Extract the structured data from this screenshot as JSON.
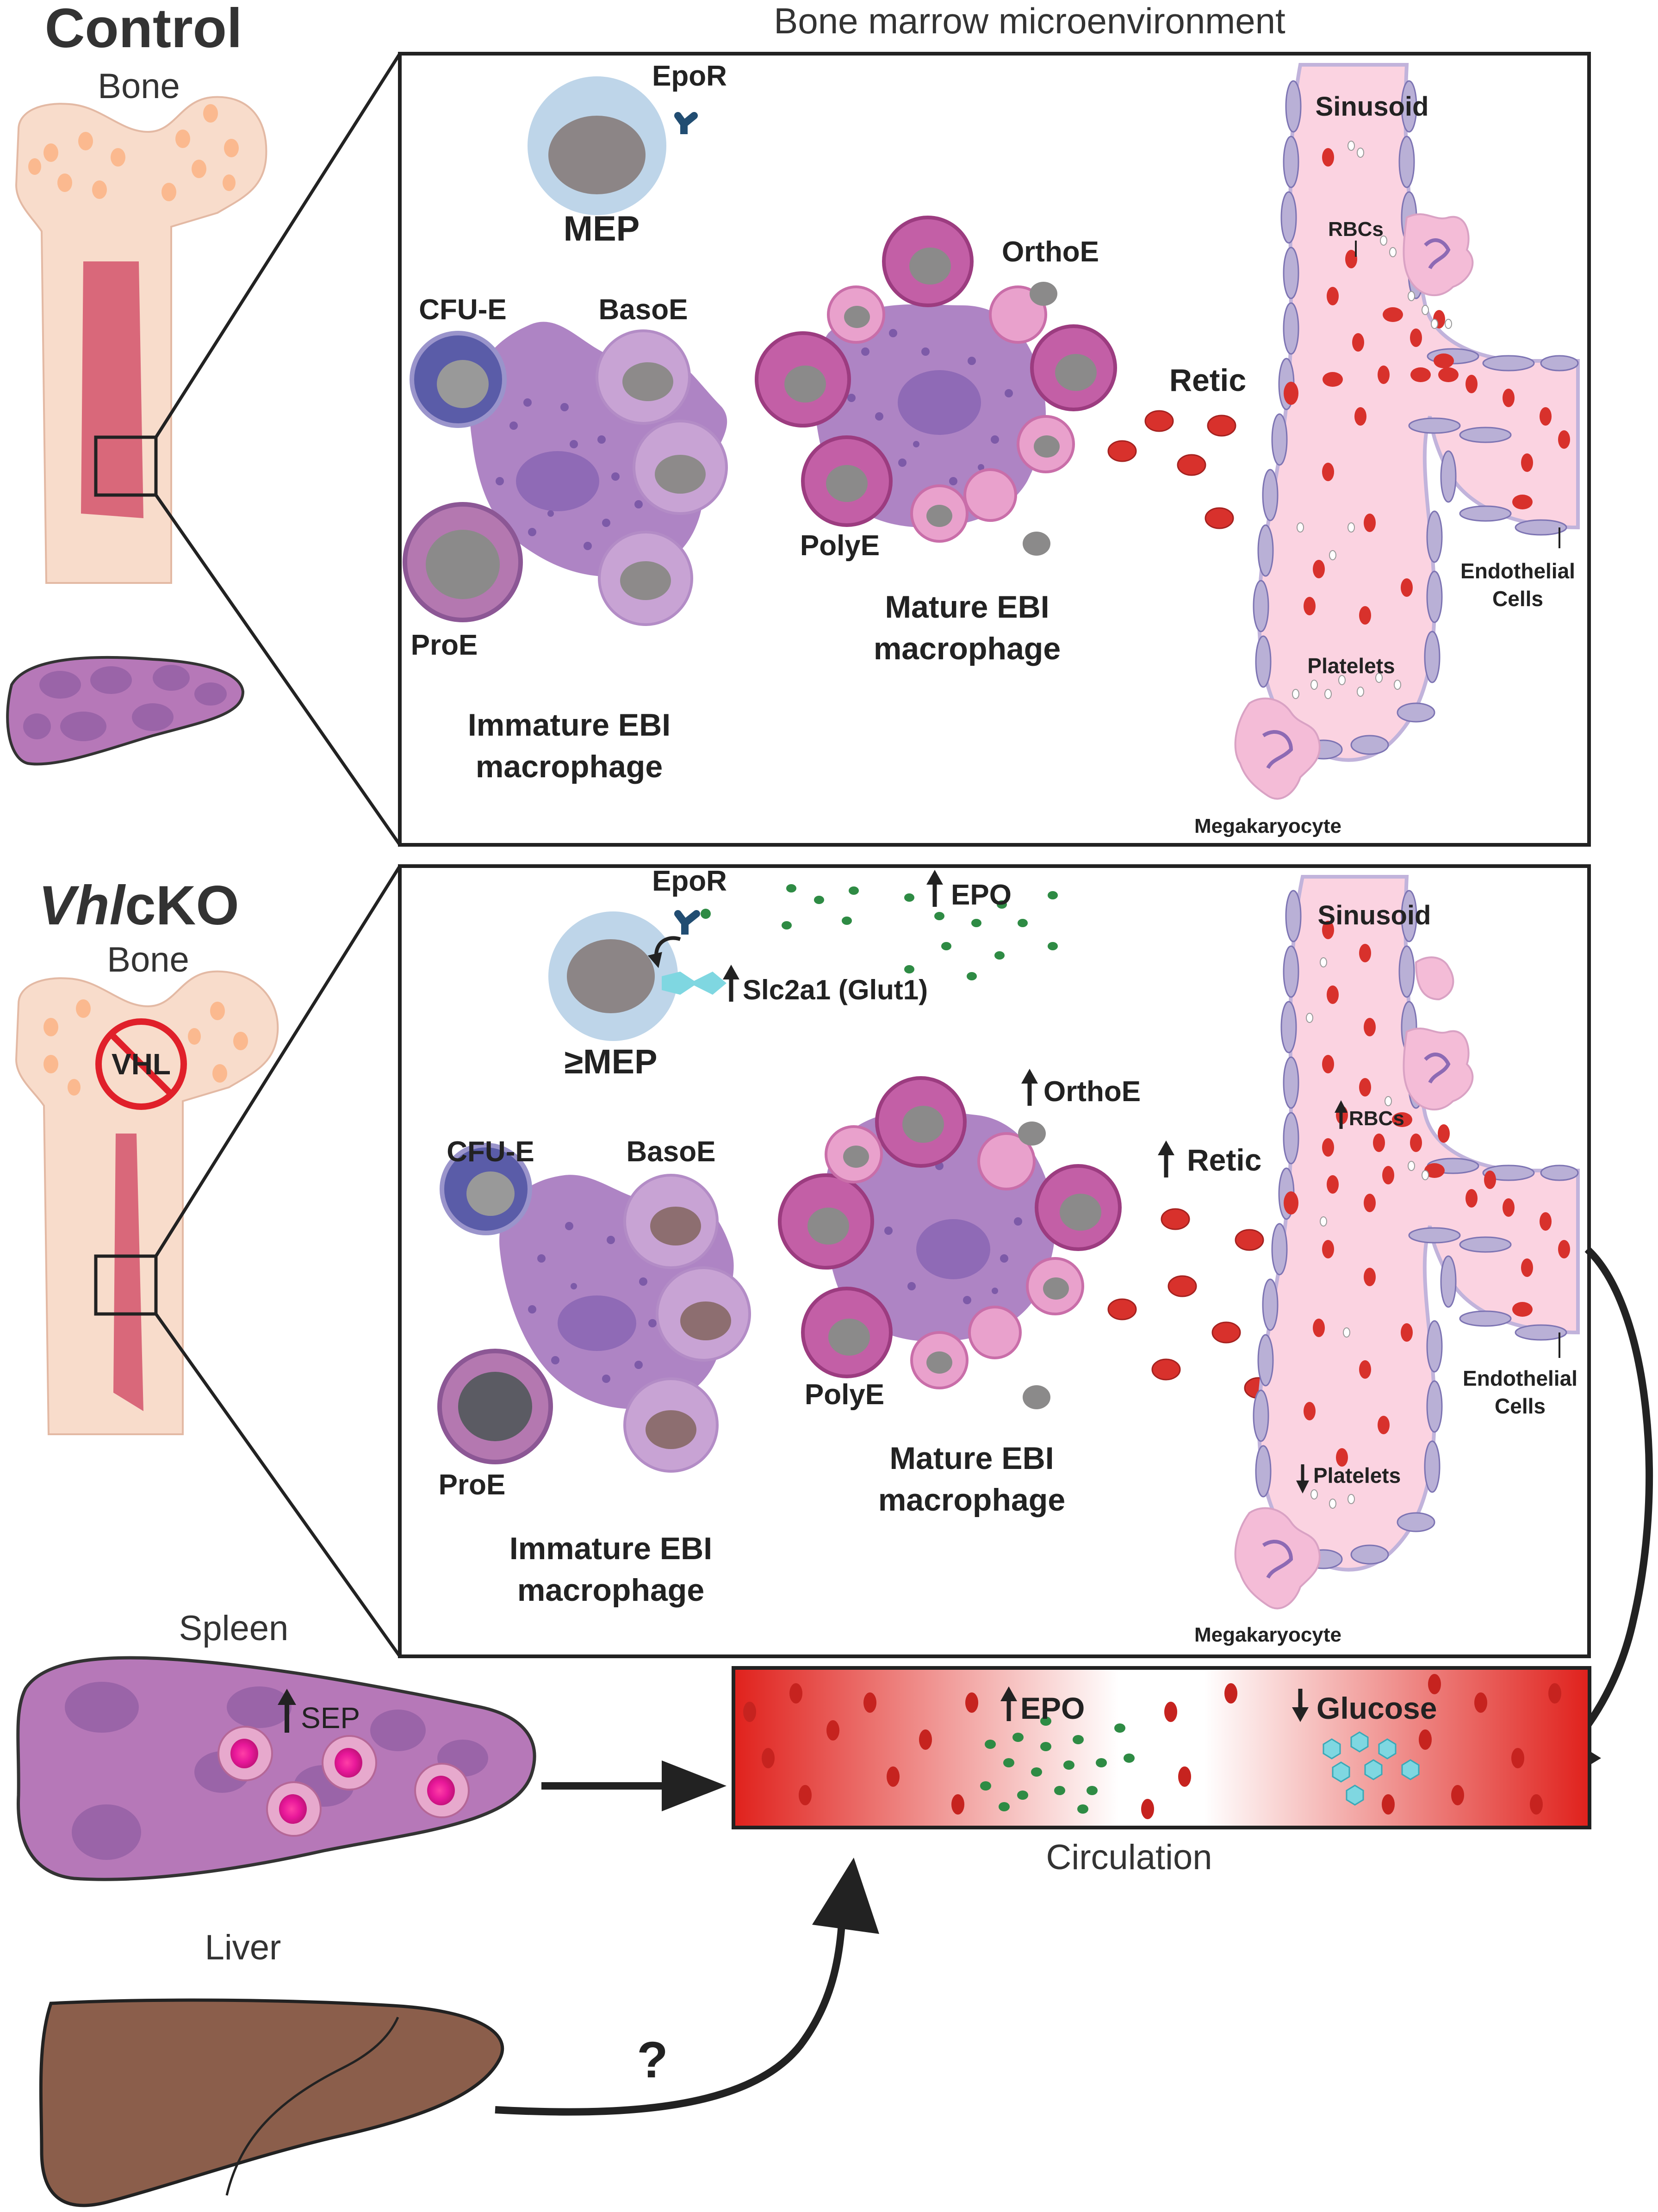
{
  "colors": {
    "bone_fill": "#f8dccb",
    "marrow": "#d9687a",
    "spot": "#fbb98f",
    "spleen": "#b678b8",
    "spleen_dark": "#9a64a8",
    "liver": "#8b5e4b",
    "macrophage": "#ae84c4",
    "macrophage_spot": "#7d5aa8",
    "nucleus_purple": "#8f6ab6",
    "cfue": "#5a5ca8",
    "baso": "#c8a3d4",
    "poly": "#c35fa6",
    "ortho": "#e9a1cc",
    "rbc": "#d8312c",
    "sinusoid": "#fbd3e1",
    "endothelial": "#b9b0d6",
    "epo_dot": "#2e8b44",
    "glucose": "#7fd7e1",
    "epor": "#214d72"
  },
  "icons": [
    "epor-receptor-icon",
    "glut1-transporter-icon",
    "no-vhl-icon",
    "up-arrow-icon",
    "down-arrow-icon",
    "curved-arrow-icon"
  ],
  "left": {
    "control_title": "Control",
    "control_bone": "Bone",
    "vhl_title_italic": "Vhl",
    "vhl_title_rest": "cKO",
    "vhl_bone": "Bone",
    "vhl_badge": "VHL",
    "spleen_label": "Spleen",
    "sep_label": "SEP",
    "liver_label": "Liver",
    "question": "?"
  },
  "header": {
    "title": "Bone marrow microenvironment"
  },
  "control_panel": {
    "epor": "EpoR",
    "mep": "MEP",
    "cfue": "CFU-E",
    "basoe": "BasoE",
    "proe": "ProE",
    "immature_line1": "Immature EBI",
    "immature_line2": "macrophage",
    "orthoe": "OrthoE",
    "polye": "PolyE",
    "mature_line1": "Mature EBI",
    "mature_line2": "macrophage",
    "retic": "Retic",
    "sinusoid": "Sinusoid",
    "rbcs": "RBCs",
    "endothelial_line1": "Endothelial",
    "endothelial_line2": "Cells",
    "platelets": "Platelets",
    "megakaryocyte": "Megakaryocyte"
  },
  "vhl_panel": {
    "epor": "EpoR",
    "epo": "EPO",
    "glut1": "Slc2a1 (Glut1)",
    "mep": "≥MEP",
    "cfue": "CFU-E",
    "basoe": "BasoE",
    "proe": "ProE",
    "immature_line1": "Immature EBI",
    "immature_line2": "macrophage",
    "orthoe": "OrthoE",
    "polye": "PolyE",
    "mature_line1": "Mature EBI",
    "mature_line2": "macrophage",
    "retic": "Retic",
    "sinusoid": "Sinusoid",
    "rbcs": "RBCs",
    "endothelial_line1": "Endothelial",
    "endothelial_line2": "Cells",
    "platelets": "Platelets",
    "megakaryocyte": "Megakaryocyte"
  },
  "circulation": {
    "epo": "EPO",
    "glucose": "Glucose",
    "label": "Circulation"
  }
}
